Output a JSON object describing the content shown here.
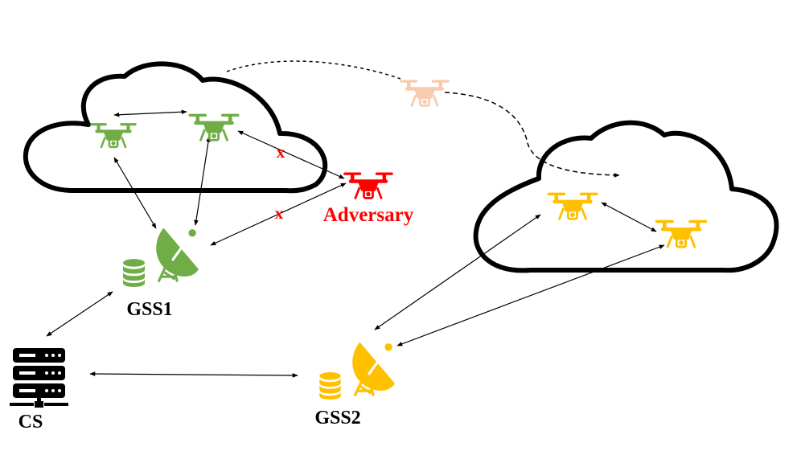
{
  "labels": {
    "adversary": "Adversary",
    "gss1": "GSS1",
    "gss2": "GSS2",
    "cs": "CS",
    "blocked_mark": "x"
  },
  "colors": {
    "green": "#70ad47",
    "yellow": "#ffc000",
    "red": "#ff0000",
    "faded": "#f8cbad",
    "black": "#000000"
  },
  "icons": {
    "drone": "drone-icon",
    "dish": "satellite-dish-icon",
    "database": "database-icon",
    "server": "server-icon",
    "cloud": "cloud-icon"
  }
}
